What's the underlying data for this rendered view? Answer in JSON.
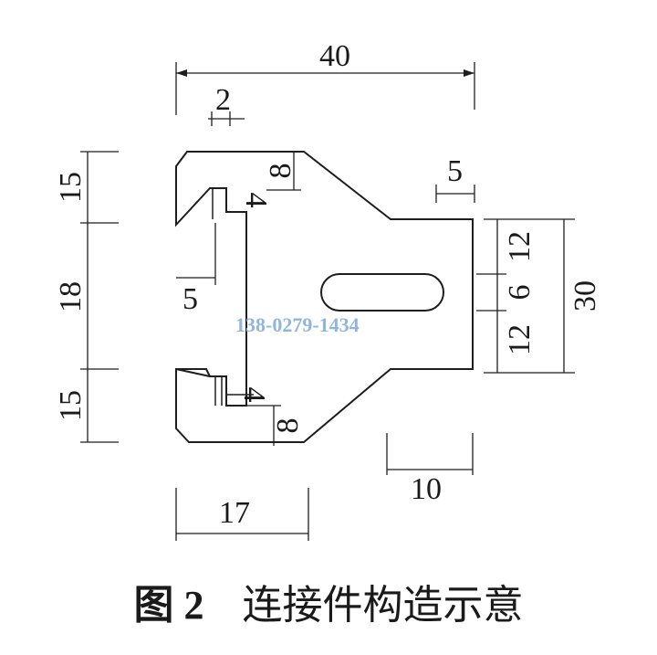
{
  "diagram": {
    "dimensions": {
      "overall_width": "40",
      "flange_thickness": "2",
      "notch_top_height": "8",
      "tab_top": "5",
      "left_top": "15",
      "left_middle": "18",
      "left_bottom": "15",
      "notch_width": "5",
      "slot_upper": "12",
      "slot_middle": "6",
      "slot_lower": "12",
      "total_right_height": "30",
      "notch_bottom_height": "8",
      "tab_bottom": "10",
      "bottom_width": "17",
      "lip_top": "4",
      "lip_bottom": "4"
    },
    "watermark": "138-0279-1434"
  },
  "caption": {
    "figure_label": "图 2",
    "title": "连接件构造示意"
  }
}
